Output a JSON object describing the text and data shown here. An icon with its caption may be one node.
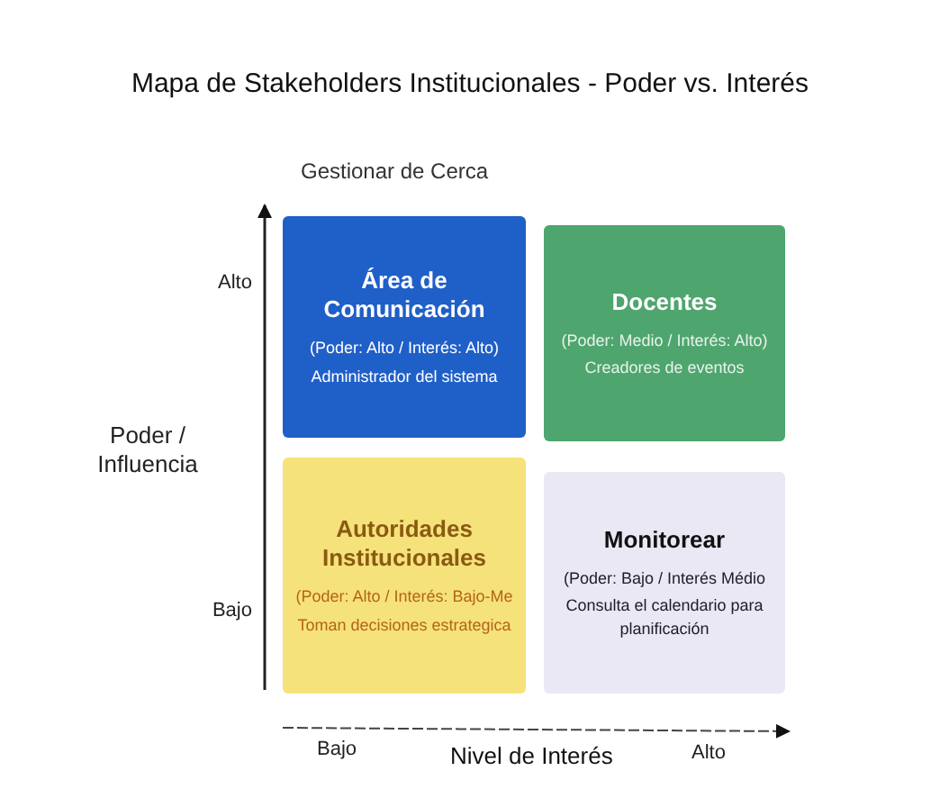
{
  "diagram": {
    "title": "Mapa de Stakeholders Institucionales - Poder vs. Interés",
    "nodes": [
      {
        "text": [
          "Área de Comunicación",
          "(Poder: Alto / Interés: Alto)",
          "Administrador del sistema"
        ]
      },
      {
        "text": [
          "Docentes",
          "(Poder: Medio / Interés: Alto)",
          "Creadores de eventos"
        ]
      },
      {
        "text": [
          "Autoridades Institucionales",
          "(Poder: Alto / Interés: Bajo-Me",
          "Toman decisiones estrategica"
        ]
      },
      {
        "text": [
          "Monitorear",
          "(Poder: Bajo / Interés Médio",
          "Consulta el calendario para planificación"
        ]
      }
    ],
    "edges": [],
    "labels": [
      "Gestionar de Cerca",
      "Alto",
      "Poder / Influencia",
      "Bajo",
      "Bajo",
      "Nivel de Interés",
      "Alto"
    ]
  }
}
